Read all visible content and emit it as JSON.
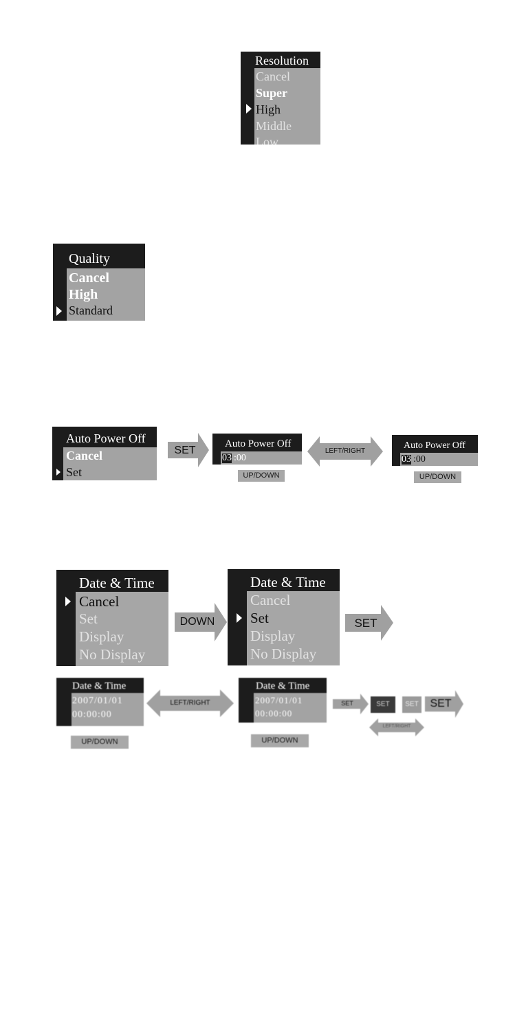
{
  "resolution_menu": {
    "title": "Resolution",
    "items": [
      "Cancel",
      "Super",
      "High",
      "Middle",
      "Low"
    ]
  },
  "quality_menu": {
    "title": "Quality",
    "items": [
      "Cancel",
      "High",
      "Standard"
    ]
  },
  "auto_power_off": {
    "menu": {
      "title": "Auto Power Off",
      "items": [
        "Cancel",
        "Set"
      ]
    },
    "set_arrow": "SET",
    "screen1": {
      "title": "Auto Power Off",
      "value_highlight": "03",
      "value_rest": ":00",
      "hint": "UP/DOWN"
    },
    "leftright_arrow": "LEFT/RIGHT",
    "screen2": {
      "title": "Auto Power Off",
      "value_highlight": "03",
      "value_rest": ":00",
      "hint": "UP/DOWN"
    }
  },
  "date_time": {
    "menu1": {
      "title": "Date & Time",
      "items": [
        "Cancel",
        "Set",
        "Display",
        "No Display"
      ]
    },
    "down_arrow": "DOWN",
    "menu2": {
      "title": "Date & Time",
      "items": [
        "Cancel",
        "Set",
        "Display",
        "No Display"
      ]
    },
    "set_arrow": "SET",
    "screen1": {
      "title": "Date & Time",
      "line1": "2007/01/01",
      "line2": "00:00:00",
      "hint": "UP/DOWN"
    },
    "leftright_arrow": "LEFT/RIGHT",
    "screen2": {
      "title": "Date & Time",
      "line1": "2007/01/01",
      "line2": "00:00:00",
      "hint": "UP/DOWN"
    },
    "small_arrow": "SET",
    "box1": "SET",
    "box2": "SET",
    "final_arrow": "SET",
    "double_arrow": "LEFT/RIGHT"
  }
}
